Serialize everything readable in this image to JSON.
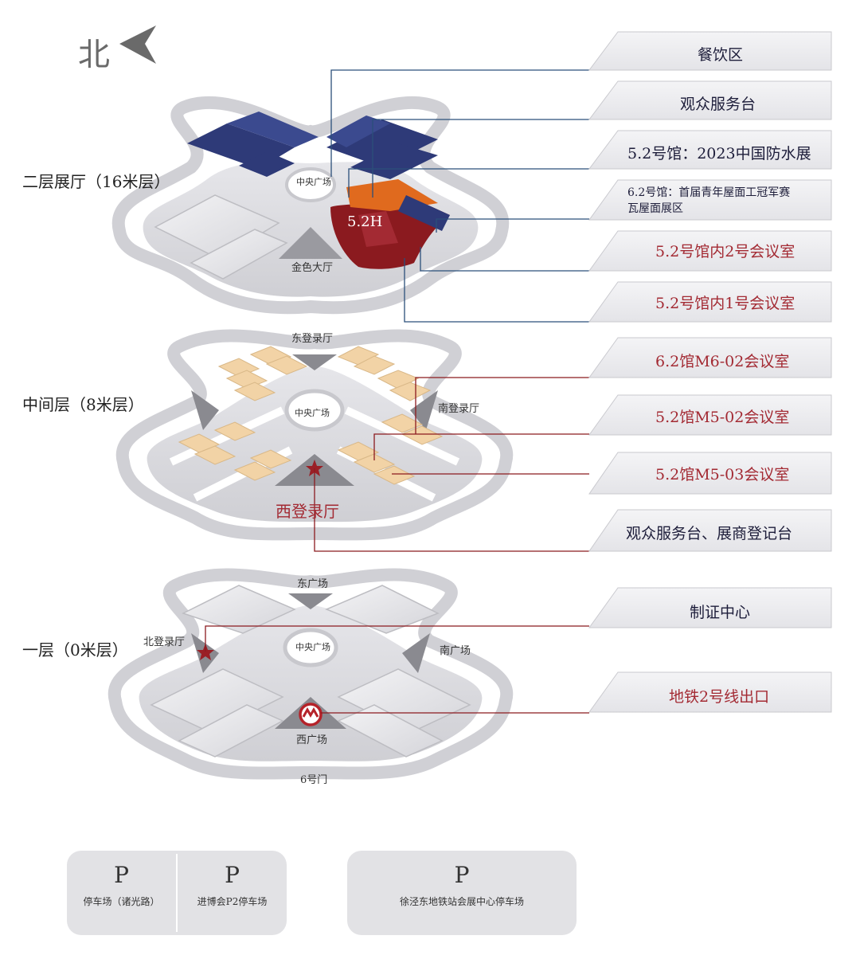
{
  "north": {
    "label": "北"
  },
  "floors": {
    "second": {
      "label": "二层展厅（16米层）",
      "central_plaza": "中央广场",
      "golden_hall": "金色大厅",
      "hall_tag": "5.2H"
    },
    "middle": {
      "label": "中间层（8米层）",
      "central_plaza": "中央广场",
      "east_hall": "东登录厅",
      "south_hall": "南登录厅",
      "west_hall": "西登录厅"
    },
    "ground": {
      "label": "一层（0米层）",
      "central_plaza": "中央广场",
      "east_square": "东广场",
      "south_square": "南广场",
      "west_square": "西广场",
      "north_hall": "北登录厅",
      "gate": "6号门"
    }
  },
  "legend": [
    {
      "label": "餐饮区",
      "color": "#1d1d3a"
    },
    {
      "label": "观众服务台",
      "color": "#1d1d3a"
    },
    {
      "label": "5.2号馆：2023中国防水展",
      "color": "#1d1d3a"
    },
    {
      "label": "6.2号馆：首届青年屋面工冠军赛\n瓦屋面展区",
      "color": "#1d1d3a"
    },
    {
      "label": "5.2号馆内2号会议室",
      "color": "#a32a33"
    },
    {
      "label": "5.2号馆内1号会议室",
      "color": "#a32a33"
    },
    {
      "label": "6.2馆M6-02会议室",
      "color": "#a32a33"
    },
    {
      "label": "5.2馆M5-02会议室",
      "color": "#a32a33"
    },
    {
      "label": "5.2馆M5-03会议室",
      "color": "#a32a33"
    },
    {
      "label": "观众服务台、展商登记台",
      "color": "#1d1d3a"
    },
    {
      "label": "制证中心",
      "color": "#1d1d3a"
    },
    {
      "label": "地铁2号线出口",
      "color": "#a32a33"
    }
  ],
  "parking": [
    {
      "symbol": "P",
      "name": "停车场（诸光路）"
    },
    {
      "symbol": "P",
      "name": "进博会P2停车场"
    },
    {
      "symbol": "P",
      "name": "徐泾东地铁站会展中心停车场"
    }
  ],
  "colors": {
    "hall_gray": "#d6d6da",
    "hall_shadow": "#b5b5bb",
    "navy": "#2e3a78",
    "dark_red": "#8b1a1f",
    "orange": "#e06a1e",
    "beige": "#f2d3a6",
    "line_blue": "#2b4f7a",
    "line_red": "#8b1a1f"
  }
}
